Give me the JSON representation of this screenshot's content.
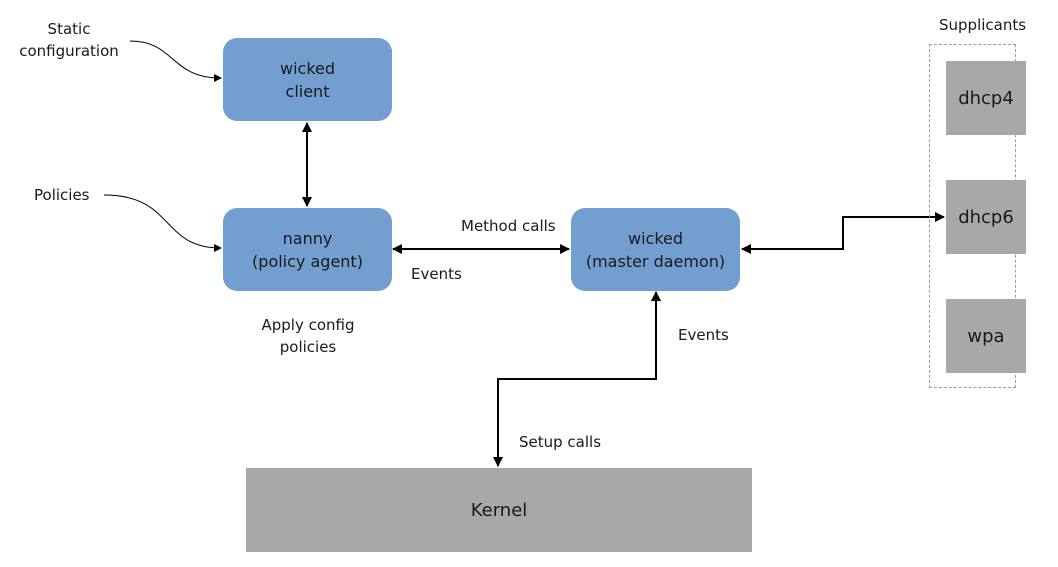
{
  "nodes": {
    "wicked_client": {
      "line1": "wicked",
      "line2": "client"
    },
    "nanny": {
      "line1": "nanny",
      "line2": "(policy agent)"
    },
    "wicked_daemon": {
      "line1": "wicked",
      "line2": "(master daemon)"
    },
    "kernel": {
      "label": "Kernel"
    },
    "dhcp4": {
      "label": "dhcp4"
    },
    "dhcp6": {
      "label": "dhcp6"
    },
    "wpa": {
      "label": "wpa"
    }
  },
  "labels": {
    "static_config_line1": "Static",
    "static_config_line2": "configuration",
    "policies": "Policies",
    "method_calls": "Method calls",
    "events_nanny": "Events",
    "events_kernel": "Events",
    "apply_line1": "Apply config",
    "apply_line2": "policies",
    "setup_calls": "Setup calls",
    "supplicants": "Supplicants"
  },
  "colors": {
    "process_box": "#729fcf",
    "external_box": "#a8a8a8",
    "edge": "#000000"
  }
}
